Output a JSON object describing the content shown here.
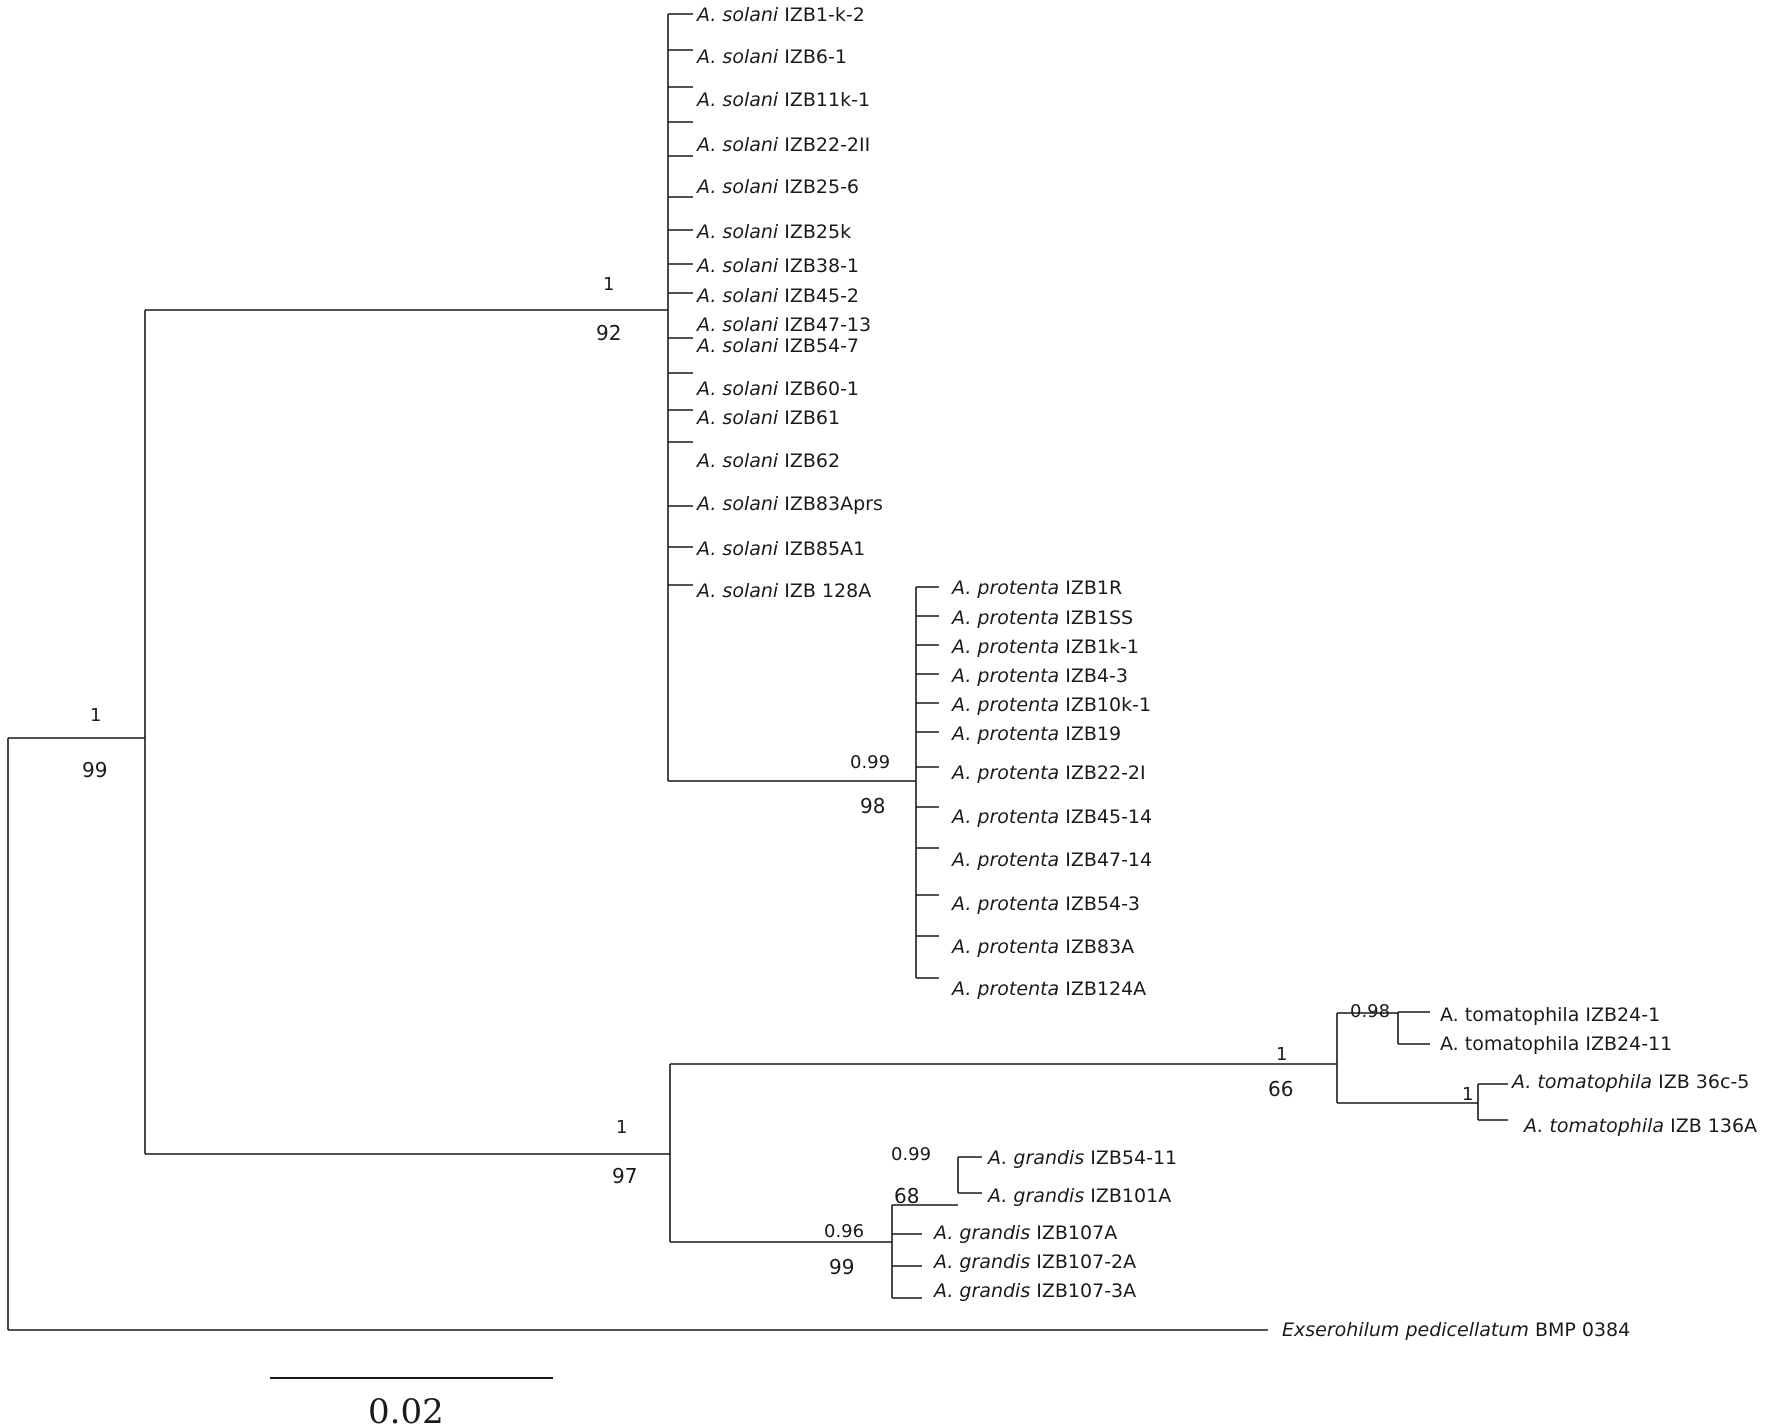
{
  "tree": {
    "taxa": {
      "solani": [
        {
          "genus": "A. solani",
          "strain": "IZB1-k-2"
        },
        {
          "genus": "A. solani",
          "strain": "IZB6-1"
        },
        {
          "genus": "A. solani",
          "strain": "IZB11k-1"
        },
        {
          "genus": "A. solani",
          "strain": "IZB22-2II"
        },
        {
          "genus": "A. solani",
          "strain": "IZB25-6"
        },
        {
          "genus": "A. solani",
          "strain": "IZB25k"
        },
        {
          "genus": "A. solani",
          "strain": "IZB38-1"
        },
        {
          "genus": "A. solani",
          "strain": "IZB45-2"
        },
        {
          "genus": "A. solani",
          "strain": "IZB47-13"
        },
        {
          "genus": "A. solani",
          "strain": "IZB54-7"
        },
        {
          "genus": "A. solani",
          "strain": "IZB60-1"
        },
        {
          "genus": "A. solani",
          "strain": "IZB61"
        },
        {
          "genus": "A. solani",
          "strain": "IZB62"
        },
        {
          "genus": "A. solani",
          "strain": "IZB83Aprs"
        },
        {
          "genus": "A. solani",
          "strain": "IZB85A1"
        },
        {
          "genus": "A. solani",
          "strain": "IZB 128A"
        }
      ],
      "protenta": [
        {
          "genus": "A. protenta",
          "strain": "IZB1R"
        },
        {
          "genus": "A. protenta",
          "strain": "IZB1SS"
        },
        {
          "genus": "A. protenta",
          "strain": "IZB1k-1"
        },
        {
          "genus": "A. protenta",
          "strain": "IZB4-3"
        },
        {
          "genus": "A. protenta",
          "strain": "IZB10k-1"
        },
        {
          "genus": "A. protenta",
          "strain": "IZB19"
        },
        {
          "genus": "A. protenta",
          "strain": "IZB22-2I"
        },
        {
          "genus": "A. protenta",
          "strain": "IZB45-14"
        },
        {
          "genus": "A. protenta",
          "strain": "IZB47-14"
        },
        {
          "genus": "A. protenta",
          "strain": "IZB54-3"
        },
        {
          "genus": "A. protenta",
          "strain": "IZB83A"
        },
        {
          "genus": "A. protenta",
          "strain": "IZB124A"
        }
      ],
      "tomatophila_a": [
        {
          "label": "A. tomatophila IZB24-1"
        },
        {
          "label": "A. tomatophila IZB24-11"
        }
      ],
      "tomatophila_b": [
        {
          "genus": "A. tomatophila",
          "strain": "IZB 36c-5"
        },
        {
          "genus": "A. tomatophila",
          "strain": "IZB 136A"
        }
      ],
      "grandis_a": [
        {
          "genus": "A. grandis",
          "strain": "IZB54-11"
        },
        {
          "genus": "A. grandis",
          "strain": "IZB101A"
        }
      ],
      "grandis_b": [
        {
          "genus": "A. grandis",
          "strain": "IZB107A"
        },
        {
          "genus": "A. grandis",
          "strain": "IZB107-2A"
        },
        {
          "genus": "A. grandis",
          "strain": "IZB107-3A"
        }
      ],
      "outgroup": {
        "genus": "Exserohilum pedicellatum",
        "strain": "BMP 0384"
      }
    },
    "supports": {
      "ingroup": {
        "posterior": "1",
        "bootstrap": "99"
      },
      "solani": {
        "posterior": "1",
        "bootstrap": "92"
      },
      "protenta": {
        "posterior": "0.99",
        "bootstrap": "98"
      },
      "tg": {
        "posterior": "1",
        "bootstrap": "97"
      },
      "tomatophila": {
        "posterior": "1",
        "bootstrap": "66"
      },
      "tomatophila_a": {
        "posterior": "0.98"
      },
      "tomatophila_b": {
        "posterior": "1"
      },
      "grandis": {
        "posterior": "0.96",
        "bootstrap": "99"
      },
      "grandis_a": {
        "posterior": "0.99",
        "bootstrap": "68"
      }
    },
    "scale_bar": {
      "label": "0.02"
    }
  }
}
